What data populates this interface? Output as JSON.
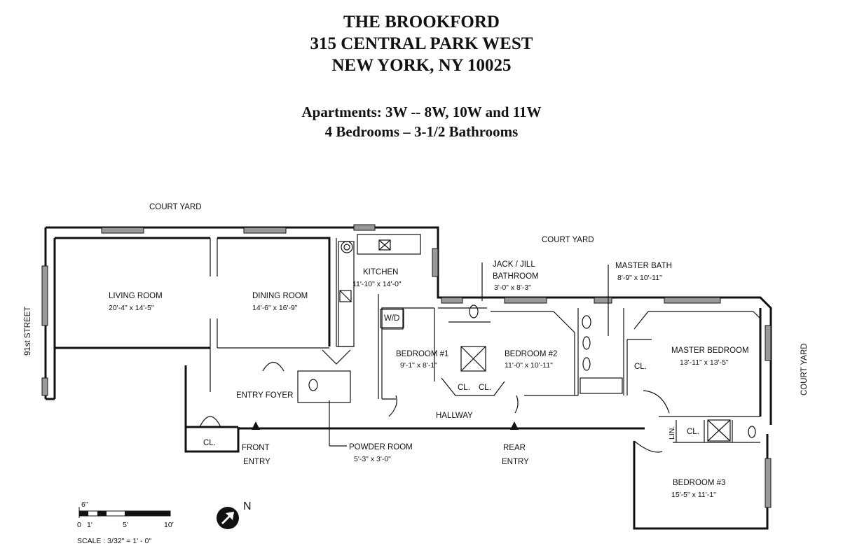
{
  "header": {
    "line1": "THE BROOKFORD",
    "line2": "315 CENTRAL PARK WEST",
    "line3": "NEW YORK, NY 10025",
    "apartments": "Apartments: 3W -- 8W,  10W and 11W",
    "bedrooms": "4 Bedrooms – 3-1/2 Bathrooms"
  },
  "surroundings": {
    "court_yard_top": "COURT YARD",
    "court_yard_mid": "COURT YARD",
    "court_yard_right": "COURT YARD",
    "street": "91st STREET"
  },
  "rooms": {
    "living_room": {
      "name": "LIVING ROOM",
      "dim": "20'-4\" x 14'-5\""
    },
    "dining_room": {
      "name": "DINING ROOM",
      "dim": "14'-6\" x 16'-9\""
    },
    "kitchen": {
      "name": "KITCHEN",
      "dim": "11'-10\" x 14'-0\""
    },
    "wd": "W/D",
    "jack_jill": {
      "name1": "JACK / JILL",
      "name2": "BATHROOM",
      "dim": "3'-0\" x 8'-3\""
    },
    "master_bath": {
      "name": "MASTER BATH",
      "dim": "8'-9\" x 10'-11\""
    },
    "bedroom1": {
      "name": "BEDROOM #1",
      "dim": "9'-1\" x 8'-1\""
    },
    "bedroom2": {
      "name": "BEDROOM #2",
      "dim": "11'-0\" x 10'-11\""
    },
    "master_bedroom": {
      "name": "MASTER BEDROOM",
      "dim": "13'-11\" x 13'-5\""
    },
    "bedroom3": {
      "name": "BEDROOM #3",
      "dim": "15'-5\" x 11'-1\""
    },
    "entry_foyer": "ENTRY FOYER",
    "hallway": "HALLWAY",
    "powder_room": {
      "name": "POWDER ROOM",
      "dim": "5'-3\" x 3'-0\""
    },
    "closet": "CL.",
    "linen": "LIN."
  },
  "entries": {
    "front1": "FRONT",
    "front2": "ENTRY",
    "rear1": "REAR",
    "rear2": "ENTRY"
  },
  "scale": {
    "six": "6\"",
    "t0": "0",
    "t1": "1'",
    "t5": "5'",
    "t10": "10'",
    "text": "SCALE : 3/32\" = 1' - 0\""
  },
  "compass": {
    "north": "N"
  }
}
